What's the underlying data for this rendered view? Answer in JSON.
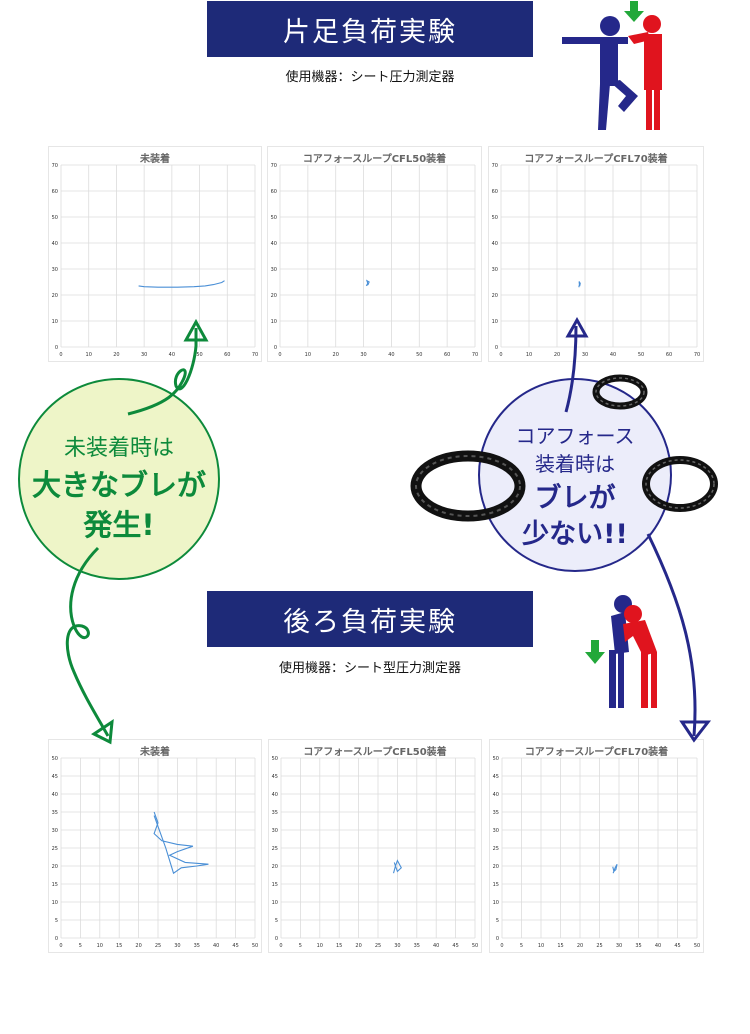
{
  "section1": {
    "banner": "片足負荷実験",
    "device": "使用機器：シート圧力測定器",
    "charts": [
      {
        "title": "未装着"
      },
      {
        "title": "コアフォースループCFL50装着"
      },
      {
        "title": "コアフォースループCFL70装着"
      }
    ]
  },
  "section2": {
    "banner": "後ろ負荷実験",
    "device": "使用機器：シート型圧力測定器",
    "charts": [
      {
        "title": "未装着"
      },
      {
        "title": "コアフォースループCFL50装着"
      },
      {
        "title": "コアフォースループCFL70装着"
      }
    ]
  },
  "callout_left": {
    "line1": "未装着時は",
    "line2": "大きなブレが",
    "line3": "発生!"
  },
  "callout_right": {
    "line1": "コアフォース",
    "line2": "装着時は",
    "line3": "ブレが",
    "line4": "少ない!!"
  },
  "colors": {
    "banner": "#1e2a78",
    "trace": "#4a8fd6",
    "green": "#0d8a3b",
    "navy": "#25288a",
    "red": "#e0141e"
  },
  "chart_data": [
    {
      "type": "line",
      "title": "未装着",
      "xlim": [
        0,
        70
      ],
      "ylim": [
        0,
        70
      ],
      "xticks": [
        0,
        10,
        20,
        30,
        40,
        50,
        60,
        70
      ],
      "yticks": [
        0,
        10,
        20,
        30,
        40,
        50,
        60,
        70
      ],
      "series": [
        {
          "x": [
            28,
            30,
            35,
            42,
            48,
            52,
            55,
            58,
            59
          ],
          "y": [
            23.5,
            23.2,
            23,
            23,
            23.2,
            23.5,
            24,
            24.8,
            25.5
          ]
        }
      ]
    },
    {
      "type": "line",
      "title": "コアフォースループCFL50装着",
      "xlim": [
        0,
        70
      ],
      "ylim": [
        0,
        70
      ],
      "xticks": [
        0,
        10,
        20,
        30,
        40,
        50,
        60,
        70
      ],
      "yticks": [
        0,
        10,
        20,
        30,
        40,
        50,
        60,
        70
      ],
      "series": [
        {
          "x": [
            31,
            31.5,
            31.2,
            32,
            31.6,
            31.3
          ],
          "y": [
            23.5,
            24.5,
            25.5,
            25,
            24,
            23.8
          ]
        }
      ]
    },
    {
      "type": "line",
      "title": "コアフォースループCFL70装着",
      "xlim": [
        0,
        70
      ],
      "ylim": [
        0,
        70
      ],
      "xticks": [
        0,
        10,
        20,
        30,
        40,
        50,
        60,
        70
      ],
      "yticks": [
        0,
        10,
        20,
        30,
        40,
        50,
        60,
        70
      ],
      "series": [
        {
          "x": [
            27.8,
            28,
            27.9,
            28.3,
            28.1
          ],
          "y": [
            23,
            24,
            25.2,
            24.5,
            23.4
          ]
        }
      ]
    },
    {
      "type": "line",
      "title": "未装着",
      "xlim": [
        0,
        50
      ],
      "ylim": [
        0,
        50
      ],
      "xticks": [
        0,
        5,
        10,
        15,
        20,
        25,
        30,
        35,
        40,
        45,
        50
      ],
      "yticks": [
        0,
        5,
        10,
        15,
        20,
        25,
        30,
        35,
        40,
        45,
        50
      ],
      "series": [
        {
          "x": [
            24,
            25,
            24,
            26,
            30,
            34,
            30,
            28,
            32,
            38,
            35,
            31,
            29,
            27,
            25,
            24
          ],
          "y": [
            35,
            32,
            29,
            27,
            26,
            25.5,
            24,
            23,
            21,
            20.5,
            20,
            19.5,
            18,
            25,
            31,
            34
          ]
        }
      ]
    },
    {
      "type": "line",
      "title": "コアフォースループCFL50装着",
      "xlim": [
        0,
        50
      ],
      "ylim": [
        0,
        50
      ],
      "xticks": [
        0,
        5,
        10,
        15,
        20,
        25,
        30,
        35,
        40,
        45,
        50
      ],
      "yticks": [
        0,
        5,
        10,
        15,
        20,
        25,
        30,
        35,
        40,
        45,
        50
      ],
      "series": [
        {
          "x": [
            29,
            29.5,
            30,
            31,
            30,
            29.5,
            29.2
          ],
          "y": [
            18,
            20,
            21.5,
            19.5,
            18.5,
            20,
            21
          ]
        }
      ]
    },
    {
      "type": "line",
      "title": "コアフォースループCFL70装着",
      "xlim": [
        0,
        50
      ],
      "ylim": [
        0,
        50
      ],
      "xticks": [
        0,
        5,
        10,
        15,
        20,
        25,
        30,
        35,
        40,
        45,
        50
      ],
      "yticks": [
        0,
        5,
        10,
        15,
        20,
        25,
        30,
        35,
        40,
        45,
        50
      ],
      "series": [
        {
          "x": [
            28.5,
            29,
            29.5,
            29.2,
            28.7,
            28.4
          ],
          "y": [
            18,
            19.5,
            20.5,
            19,
            18.5,
            19.8
          ]
        }
      ]
    }
  ]
}
